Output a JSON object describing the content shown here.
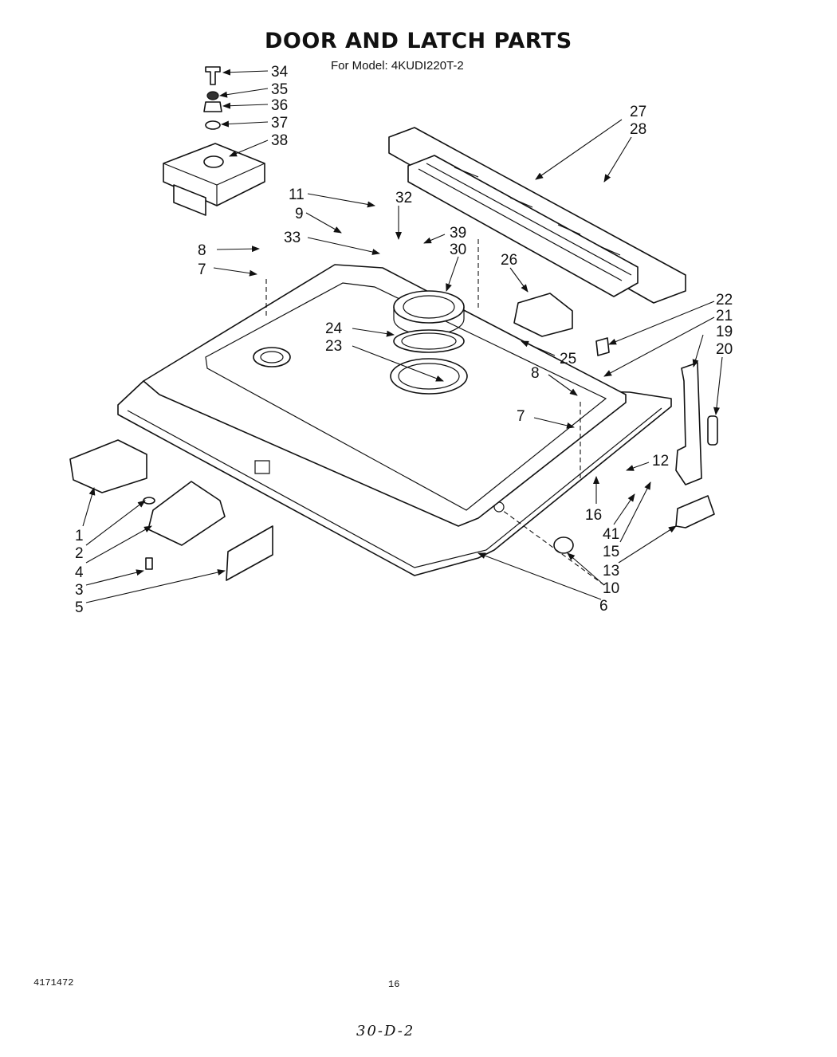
{
  "title": "DOOR AND LATCH PARTS",
  "subtitle": "For Model: 4KUDI220T-2",
  "footer": {
    "doc_number": "4171472",
    "page_number": "16",
    "handwritten": "30-D-2"
  },
  "callouts": [
    {
      "id": "34",
      "label": "34"
    },
    {
      "id": "35",
      "label": "35"
    },
    {
      "id": "36",
      "label": "36"
    },
    {
      "id": "37",
      "label": "37"
    },
    {
      "id": "38",
      "label": "38"
    },
    {
      "id": "27",
      "label": "27"
    },
    {
      "id": "28",
      "label": "28"
    },
    {
      "id": "11",
      "label": "11"
    },
    {
      "id": "32",
      "label": "32"
    },
    {
      "id": "9",
      "label": "9"
    },
    {
      "id": "39",
      "label": "39"
    },
    {
      "id": "33",
      "label": "33"
    },
    {
      "id": "30",
      "label": "30"
    },
    {
      "id": "8a",
      "label": "8"
    },
    {
      "id": "26",
      "label": "26"
    },
    {
      "id": "7a",
      "label": "7"
    },
    {
      "id": "22",
      "label": "22"
    },
    {
      "id": "21",
      "label": "21"
    },
    {
      "id": "19",
      "label": "19"
    },
    {
      "id": "24",
      "label": "24"
    },
    {
      "id": "20",
      "label": "20"
    },
    {
      "id": "23",
      "label": "23"
    },
    {
      "id": "25",
      "label": "25"
    },
    {
      "id": "8b",
      "label": "8"
    },
    {
      "id": "7b",
      "label": "7"
    },
    {
      "id": "12",
      "label": "12"
    },
    {
      "id": "16",
      "label": "16"
    },
    {
      "id": "41",
      "label": "41"
    },
    {
      "id": "15",
      "label": "15"
    },
    {
      "id": "13",
      "label": "13"
    },
    {
      "id": "10",
      "label": "10"
    },
    {
      "id": "6",
      "label": "6"
    },
    {
      "id": "1",
      "label": "1"
    },
    {
      "id": "2",
      "label": "2"
    },
    {
      "id": "4",
      "label": "4"
    },
    {
      "id": "3",
      "label": "3"
    },
    {
      "id": "5",
      "label": "5"
    }
  ]
}
